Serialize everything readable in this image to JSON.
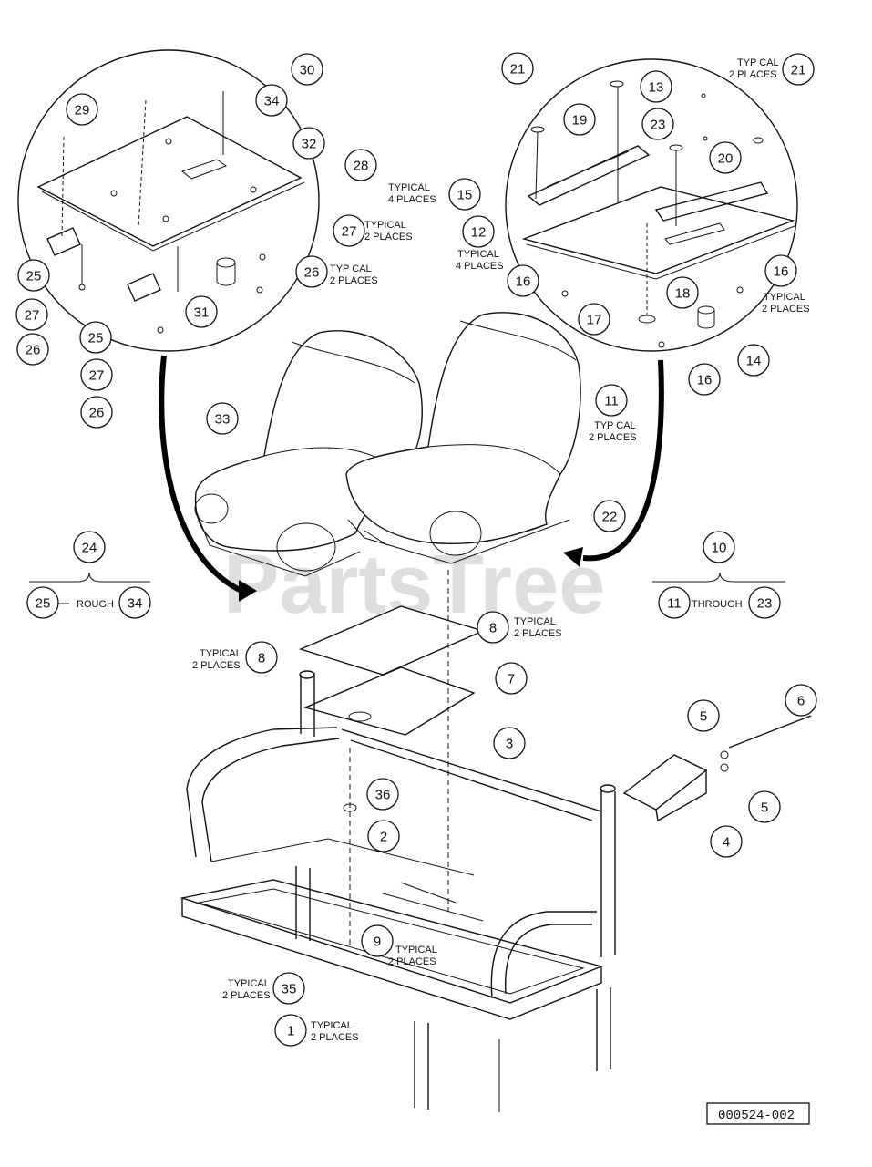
{
  "watermark": "PartsTree",
  "figure_id": "000524-002",
  "callouts": [
    "1",
    "2",
    "3",
    "4",
    "5",
    "5",
    "6",
    "7",
    "8",
    "8",
    "9",
    "10",
    "11",
    "11",
    "12",
    "13",
    "14",
    "15",
    "16",
    "16",
    "16",
    "17",
    "18",
    "19",
    "20",
    "21",
    "21",
    "22",
    "23",
    "23",
    "24",
    "25",
    "25",
    "25",
    "26",
    "26",
    "26",
    "27",
    "27",
    "27",
    "28",
    "29",
    "30",
    "31",
    "32",
    "33",
    "34",
    "34",
    "35",
    "36"
  ],
  "notes": {
    "typ_2_places_a": "TYPICAL",
    "typ_2_places_b": "2 PLACES",
    "typ_4_places_a": "TYPICAL",
    "typ_4_places_b": "4 PLACES",
    "typ_cal": "TYP CAL",
    "two_places": "2 PLACES",
    "typical_dash": "TYPICAL",
    "through": "THROUGH",
    "rough": "ROUGH"
  }
}
